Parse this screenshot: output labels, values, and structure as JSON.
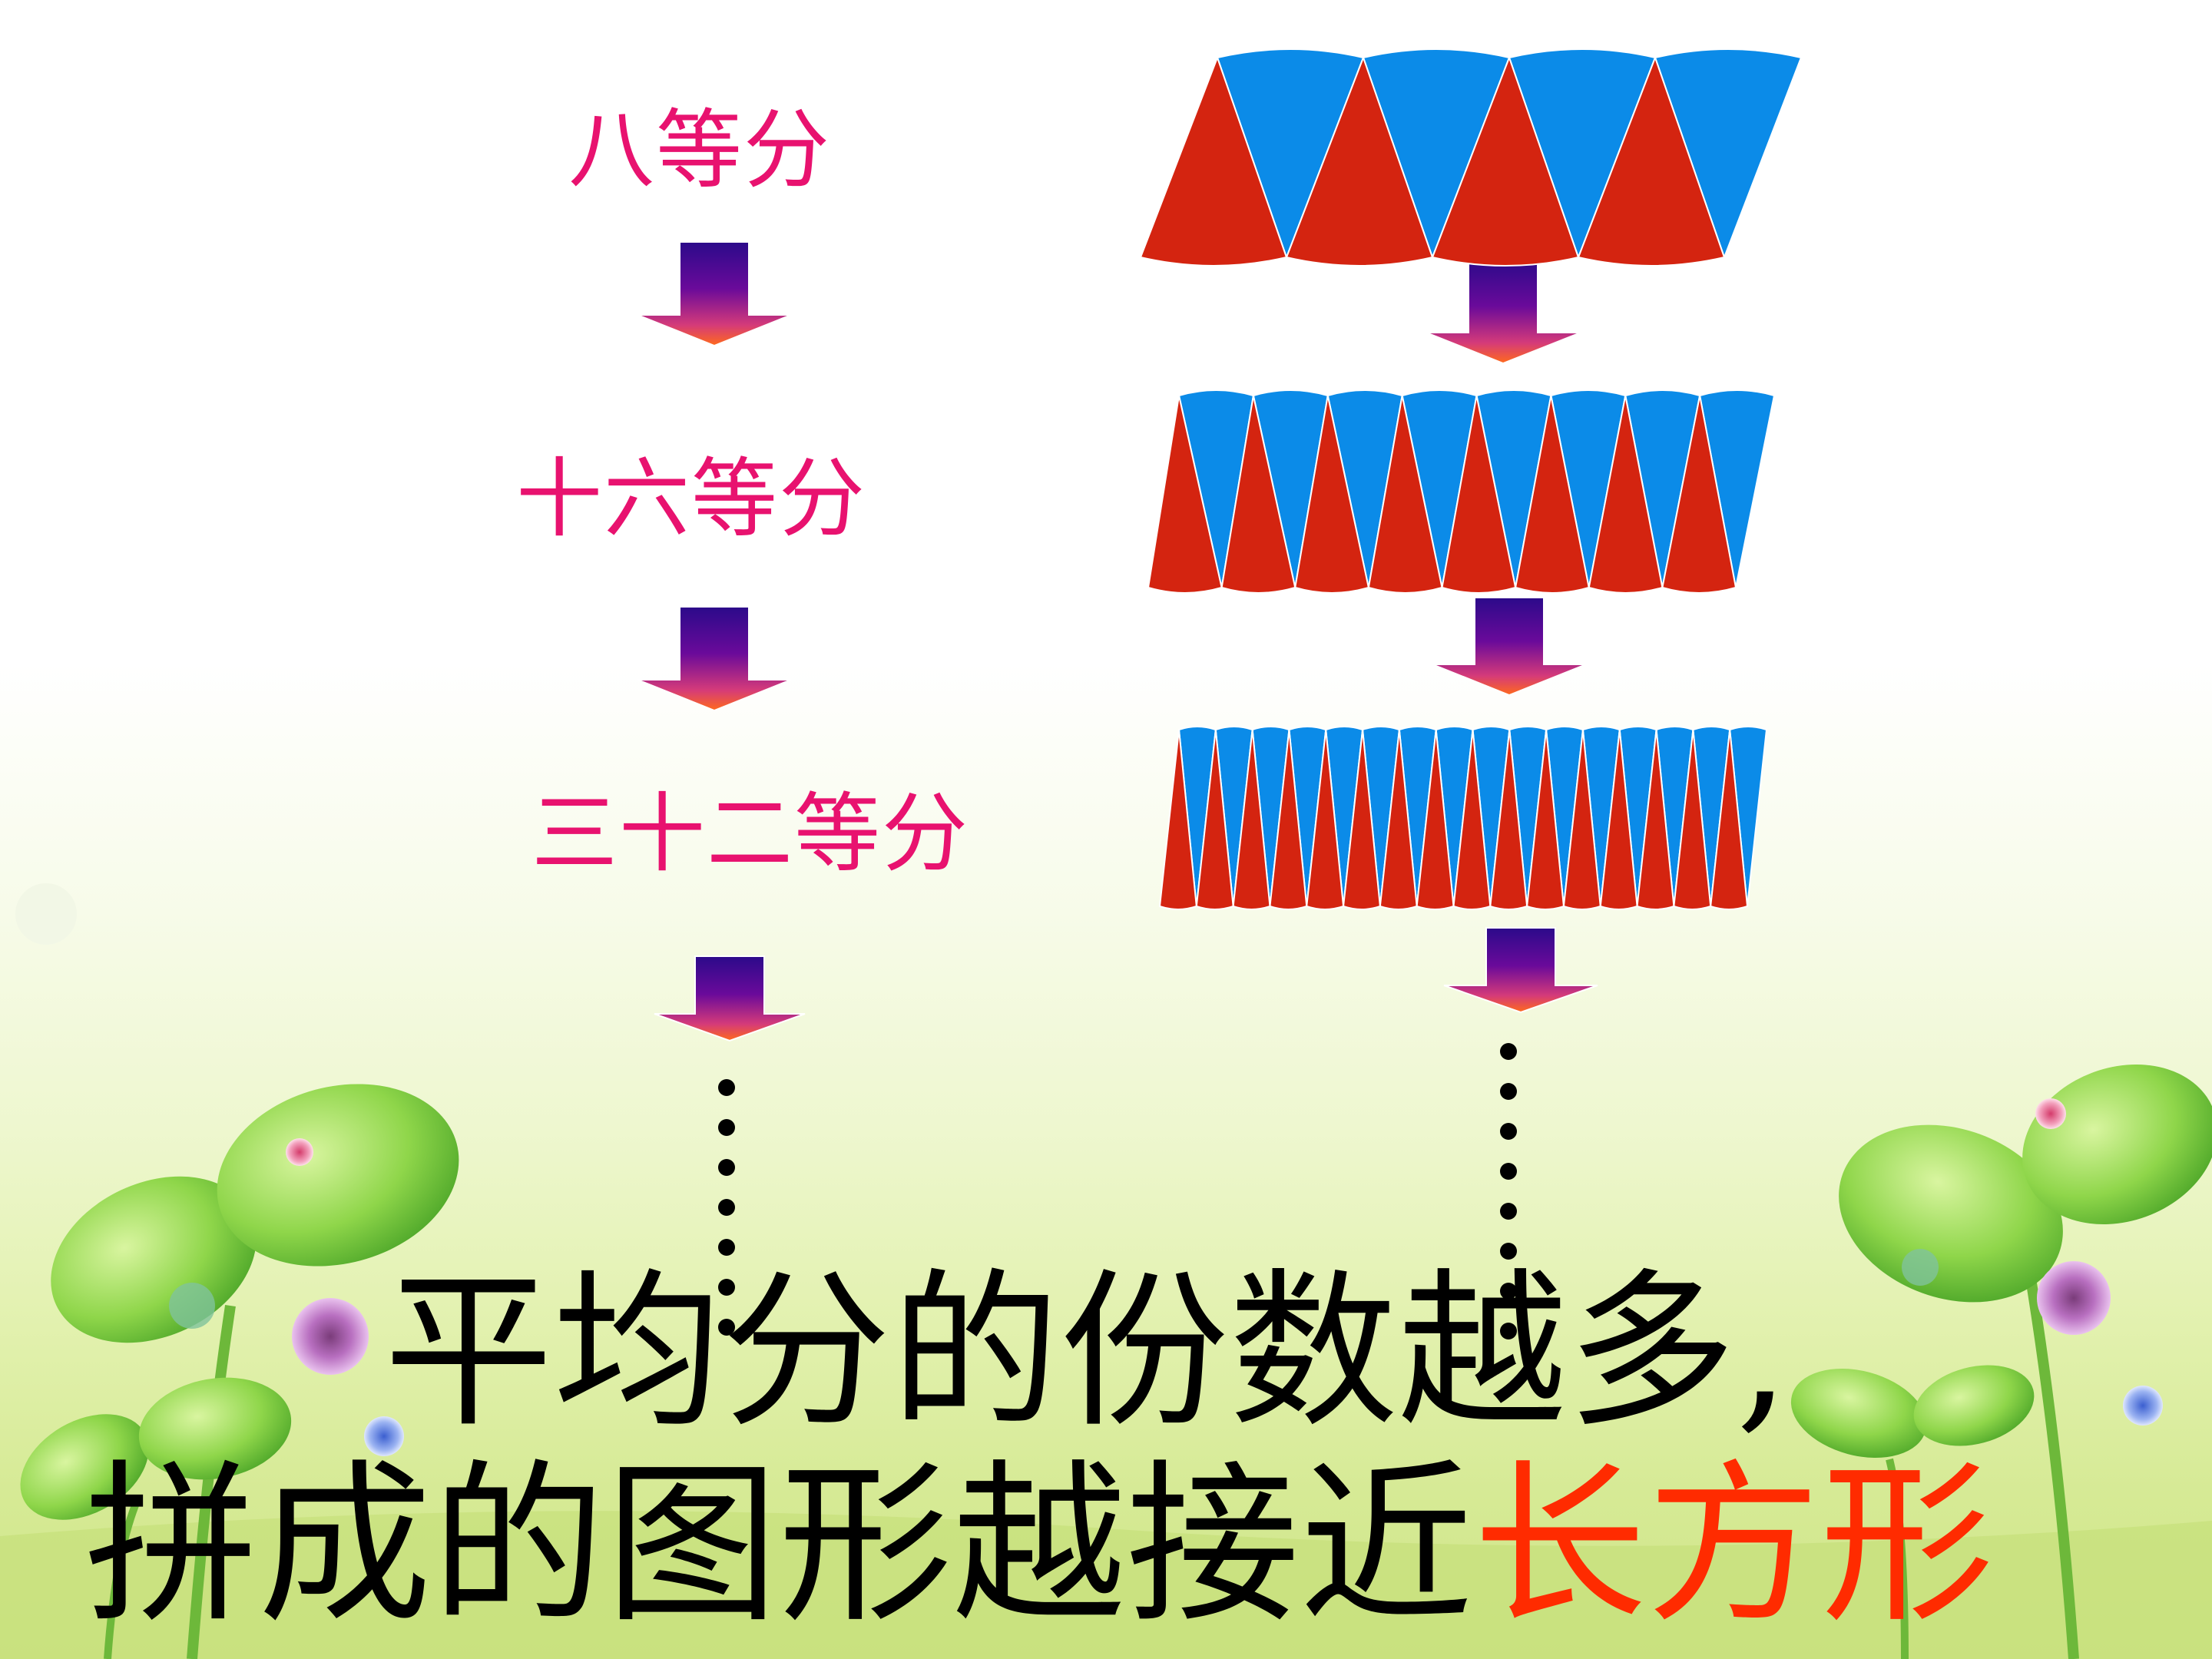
{
  "labels": {
    "eighths": "八等分",
    "sixteenths": "十六等分",
    "thirty_seconds": "三十二等分"
  },
  "conclusion": {
    "line1": "平均分的份数越多,",
    "line2_prefix": "拼成的图形越接近",
    "line2_highlight": "长方形"
  },
  "diagram": {
    "rows": [
      {
        "label": "八等分",
        "pieces": 8
      },
      {
        "label": "十六等分",
        "pieces": 16
      },
      {
        "label": "三十二等分",
        "pieces": 32
      }
    ]
  },
  "colors": {
    "label": "#e8126f",
    "sector_blue": "#0b8be8",
    "sector_red": "#d42410",
    "highlight": "#ff2b00",
    "arrow_top": "#2b0a8a",
    "arrow_bottom": "#ff6a1c"
  }
}
